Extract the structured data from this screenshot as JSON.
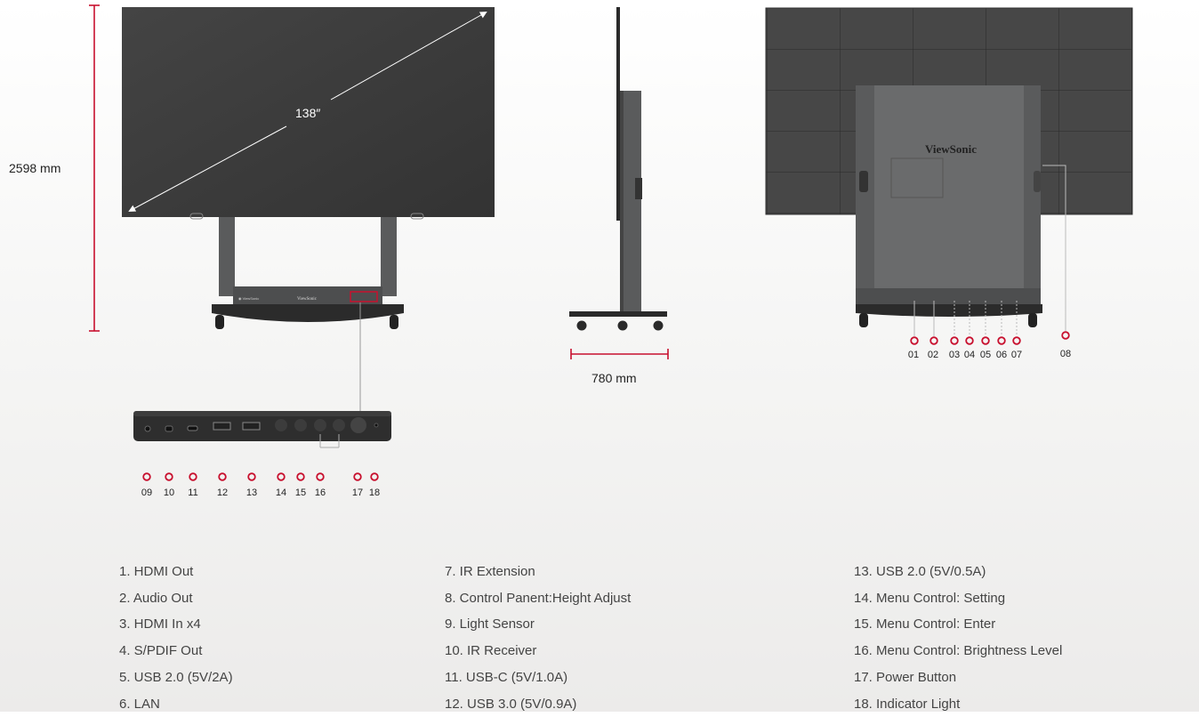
{
  "dimensions": {
    "height": "2598 mm",
    "diagonal": "138″",
    "depth": "780 mm"
  },
  "brand": "ViewSonic",
  "port_numbers_rear": [
    "01",
    "02",
    "03",
    "04",
    "05",
    "06",
    "07",
    "08"
  ],
  "port_numbers_panel": [
    "09",
    "10",
    "11",
    "12",
    "13",
    "14",
    "15",
    "16",
    "17",
    "18"
  ],
  "specs": {
    "col1": [
      "1. HDMI Out",
      "2. Audio Out",
      "3. HDMI In x4",
      "4. S/PDIF Out",
      "5. USB 2.0 (5V/2A)",
      "6. LAN"
    ],
    "col2": [
      "7. IR Extension",
      "8. Control Panent:Height Adjust",
      "9. Light Sensor",
      "10. IR Receiver",
      "11. USB-C (5V/1.0A)",
      "12. USB 3.0 (5V/0.9A)"
    ],
    "col3": [
      "13. USB 2.0 (5V/0.5A)",
      "14. Menu Control: Setting",
      "15. Menu Control: Enter",
      "16. Menu Control: Brightness Level",
      "17. Power Button",
      "18. Indicator Light"
    ]
  },
  "colors": {
    "accent_red": "#c8102e",
    "screen": "#3b3b3b",
    "stand": "#5a5b5c"
  }
}
